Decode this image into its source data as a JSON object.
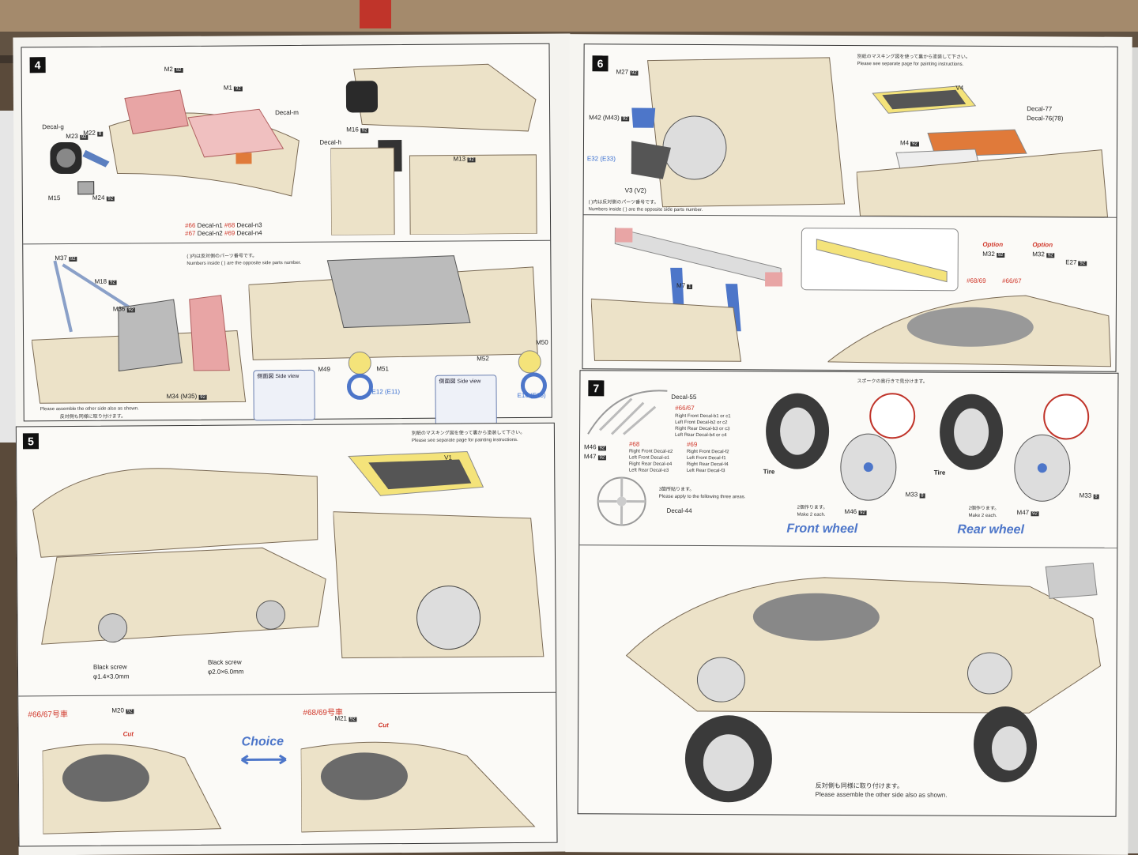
{
  "colors": {
    "decal_red": "#d0382b",
    "wheel_blue": "#4d76c9",
    "part_pink": "#e8a5a5",
    "part_yellow": "#f4e37a",
    "part_orange": "#e07a3a"
  },
  "step4": {
    "number": "4",
    "parts_top": [
      "M2",
      "M1",
      "Decal-m",
      "Decal-g",
      "M23",
      "M22",
      "M15",
      "M24",
      "M16",
      "Decal-h",
      "M13"
    ],
    "decal_n": {
      "line1a": "#66",
      "line1b": "Decal-n1",
      "line1c": "#68",
      "line1d": "Decal-n3",
      "line2a": "#67",
      "line2b": "Decal-n2",
      "line2c": "#69",
      "line2d": "Decal-n4"
    },
    "note_jp": "( )内は反対側のパーツ番号です。",
    "note_en": "Numbers inside ( ) are the opposite side parts number.",
    "parts_bottom": [
      "M37",
      "M18",
      "M36",
      "M34 (M35)",
      "M49",
      "M51",
      "M52",
      "M50",
      "E12 (E11)",
      "E16 (E15)"
    ],
    "side_view": "側面図 Side view",
    "assemble_en": "Please assemble the other side also as shown.",
    "assemble_jp": "反対側も同様に取り付けます。"
  },
  "step5": {
    "number": "5",
    "mask_jp": "別紙のマスキング図を使って裏から塗装して下さい。",
    "mask_en": "Please see separate page for painting instructions.",
    "v1": "V1",
    "screw1_a": "Black screw",
    "screw1_b": "φ1.4×3.0mm",
    "screw2_a": "Black screw",
    "screw2_b": "φ2.0×6.0mm",
    "car_a": "#66/67号車",
    "car_b": "#68/69号車",
    "m20": "M20",
    "m21": "M21",
    "cut": "Cut",
    "choice": "Choice"
  },
  "step6": {
    "number": "6",
    "mask_jp": "別紙のマスキング図を使って裏から塗装して下さい。",
    "mask_en": "Please see separate page for painting instructions.",
    "parts": [
      "M27",
      "M42 (M43)",
      "E32 (E33)",
      "V3 (V2)",
      "V4",
      "Decal-77",
      "Decal-76(78)",
      "M4"
    ],
    "note_jp": "( )内は反対側のパーツ番号です。",
    "note_en": "Numbers inside ( ) are the opposite side parts number.",
    "wing_parts": [
      "M7",
      "M32",
      "E27"
    ],
    "option": "Option",
    "cars": [
      "#68/69",
      "#66/67"
    ]
  },
  "step7": {
    "number": "7",
    "spoke_jp": "スポークの奥行きで見分けます。",
    "decal55": "Decal-55",
    "decal44": "Decal-44",
    "apply_jp": "3箇所貼ります。",
    "apply_en": "Please apply to the following three areas.",
    "m46": "M46",
    "m47": "M47",
    "m33": "M33",
    "tire": "Tire",
    "make_jp": "2個作ります。",
    "make_en": "Make 2 each.",
    "front_wheel": "Front wheel",
    "rear_wheel": "Rear wheel",
    "decal_66": "#66/67",
    "decal_68": "#68",
    "decal_69": "#69",
    "decal_rows_66": [
      "Right Front  Decal-b1 or c1",
      "Left Front  Decal-b2 or c2",
      "Right Rear  Decal-b3 or c3",
      "Left Rear  Decal-b4 or c4"
    ],
    "decal_rows_68": [
      "Right Front  Decal-e2",
      "Left Front  Decal-e1",
      "Right Rear  Decal-e4",
      "Left Rear  Decal-e3"
    ],
    "decal_rows_69": [
      "Right Front  Decal-f2",
      "Left Front  Decal-f1",
      "Right Rear  Decal-f4",
      "Left Rear  Decal-f3"
    ],
    "final_jp": "反対側も同様に取り付けます。",
    "final_en": "Please assemble the other side also as shown."
  }
}
